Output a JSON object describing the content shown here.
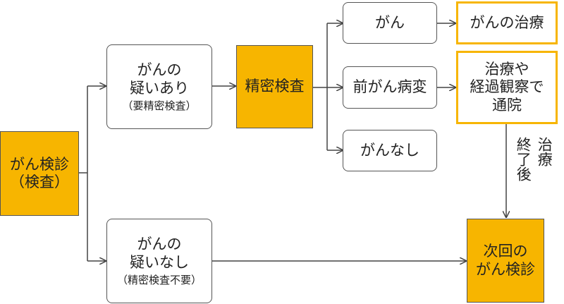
{
  "nodes": {
    "screening": {
      "line1": "がん検診",
      "line2": "（検査）"
    },
    "suspected": {
      "line1": "がんの",
      "line2": "疑いあり",
      "note": "（要精密検査）"
    },
    "not_suspected": {
      "line1": "がんの",
      "line2": "疑いなし",
      "note": "（精密検査不要）"
    },
    "detailed_exam": {
      "label": "精密検査"
    },
    "cancer": {
      "label": "がん"
    },
    "precancer": {
      "label": "前がん病変"
    },
    "no_cancer": {
      "label": "がんなし"
    },
    "cancer_treatment": {
      "label": "がんの治療"
    },
    "treatment_followup": {
      "line1": "治療や",
      "line2": "経過観察で",
      "line3": "通院"
    },
    "next_screening": {
      "line1": "次回の",
      "line2": "がん検診"
    }
  },
  "edge_labels": {
    "col1": "治療",
    "col2": "終了後"
  },
  "colors": {
    "accent": "#f7b500",
    "border": "#555555",
    "arrow": "#444444"
  }
}
